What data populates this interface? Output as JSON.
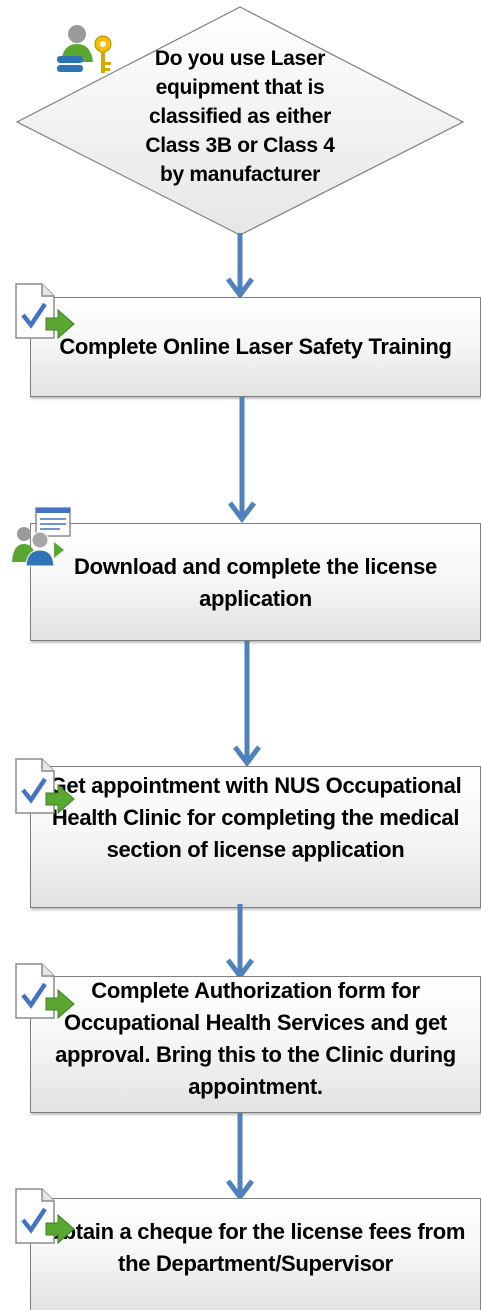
{
  "decision": {
    "text": "Do you use Laser equipment that is classified as either Class 3B or Class 4 by manufacturer"
  },
  "steps": [
    {
      "text": "Complete Online Laser Safety Training",
      "icon": "checklist-icon"
    },
    {
      "text": "Download and complete the license application",
      "icon": "users-document-icon"
    },
    {
      "text": "Get appointment with NUS Occupational Health Clinic for completing the medical section of license application",
      "icon": "checklist-icon"
    },
    {
      "text": "Complete Authorization form for Occupational Health Services and get approval. Bring this to the Clinic during appointment.",
      "icon": "checklist-icon"
    },
    {
      "text": "Obtain a cheque for the license fees from the Department/Supervisor",
      "icon": "checklist-icon"
    }
  ],
  "colors": {
    "arrow": "#4f81bd",
    "box_border": "#7f7f7f",
    "diamond_fill": "#f2f2f2",
    "check": "#4472c4",
    "green_arrow": "#5aa832"
  }
}
